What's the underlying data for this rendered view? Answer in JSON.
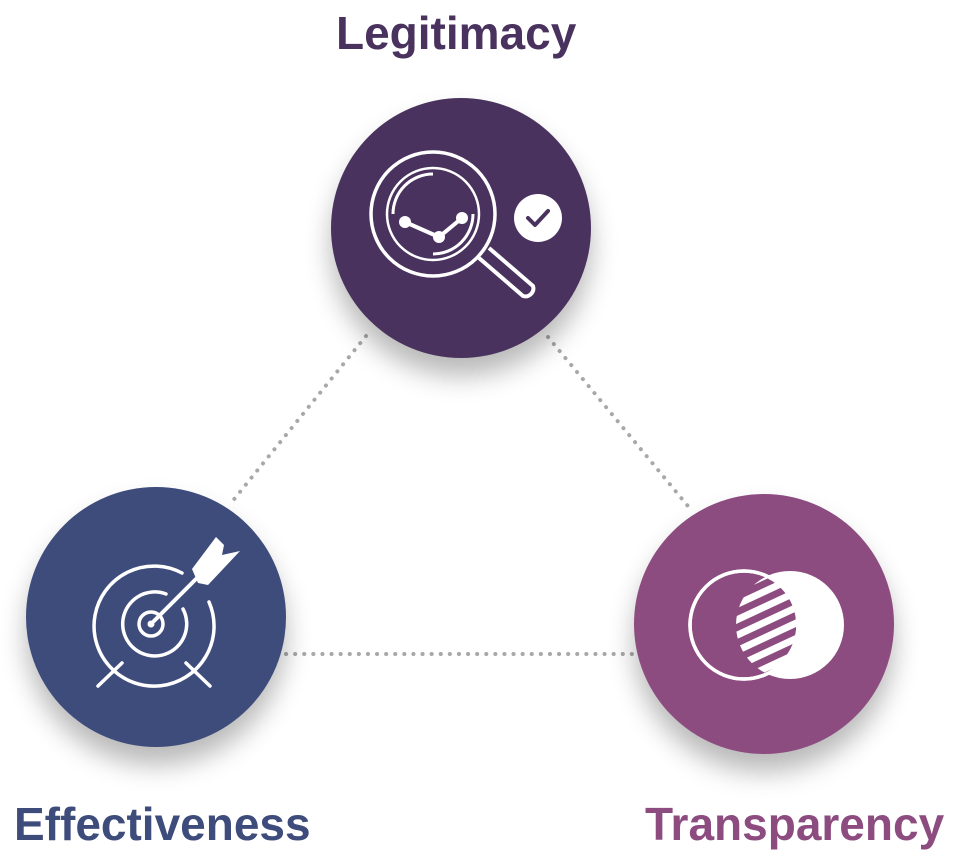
{
  "diagram": {
    "nodes": [
      {
        "id": "legitimacy",
        "label": "Legitimacy",
        "color": "#4a325e",
        "icon": "magnifier-chart-check-icon"
      },
      {
        "id": "effectiveness",
        "label": "Effectiveness",
        "color": "#3e4c7c",
        "icon": "target-arrow-icon"
      },
      {
        "id": "transparency",
        "label": "Transparency",
        "color": "#8d4c80",
        "icon": "overlapping-circles-icon"
      }
    ],
    "connector_color": "#a8a8a8"
  }
}
